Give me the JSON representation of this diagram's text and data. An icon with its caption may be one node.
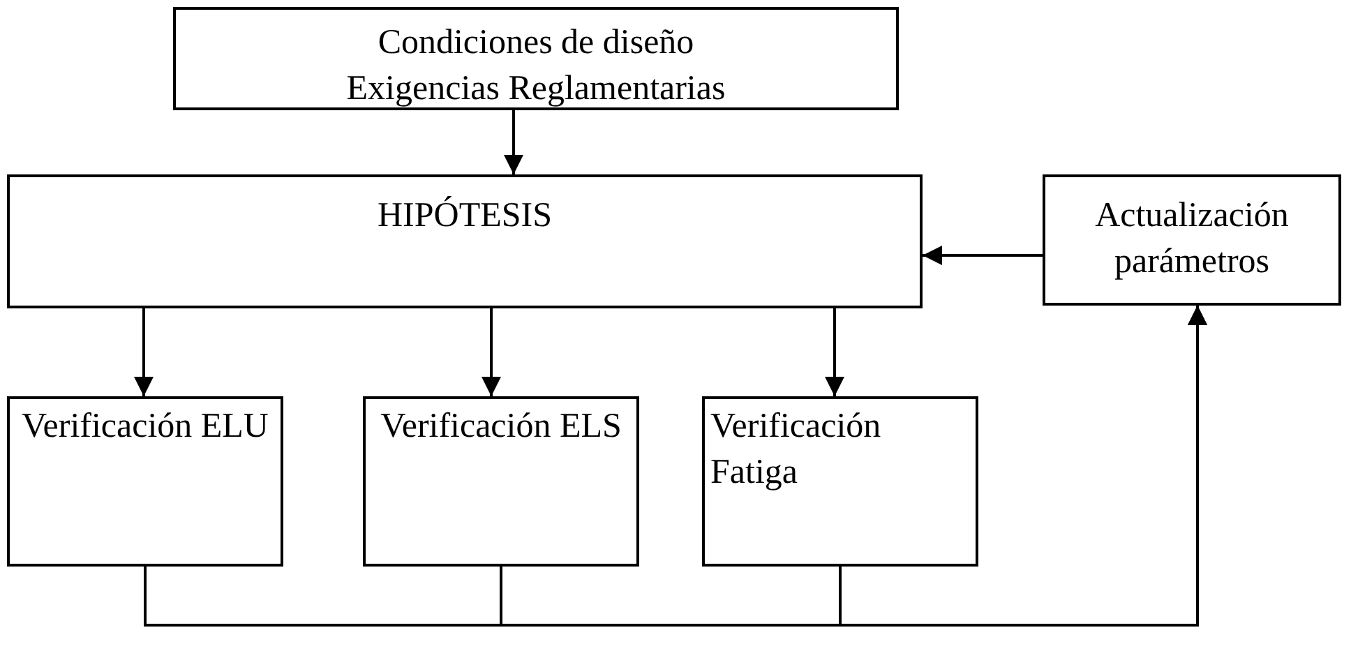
{
  "diagram": {
    "nodes": [
      {
        "text": [
          "Condiciones de diseño",
          "Exigencias Reglamentarias"
        ]
      },
      {
        "text": [
          "HIPÓTESIS"
        ]
      },
      {
        "text": [
          "Actualización parámetros"
        ]
      },
      {
        "text": [
          "Verificación ELU"
        ]
      },
      {
        "text": [
          "Verificación ELS"
        ]
      },
      {
        "text": [
          "Verificación Fatiga"
        ]
      }
    ],
    "edges": [
      {
        "from": 0,
        "to": 1,
        "arrow": "to"
      },
      {
        "from": 2,
        "to": 1,
        "arrow": "to"
      },
      {
        "from": 1,
        "to": 3,
        "arrow": "to"
      },
      {
        "from": 1,
        "to": 4,
        "arrow": "to"
      },
      {
        "from": 1,
        "to": 5,
        "arrow": "to"
      },
      {
        "from": 3,
        "to": 2,
        "arrow": "to"
      },
      {
        "from": 4,
        "to": 2,
        "arrow": "to"
      },
      {
        "from": 5,
        "to": 2,
        "arrow": "to"
      }
    ]
  }
}
